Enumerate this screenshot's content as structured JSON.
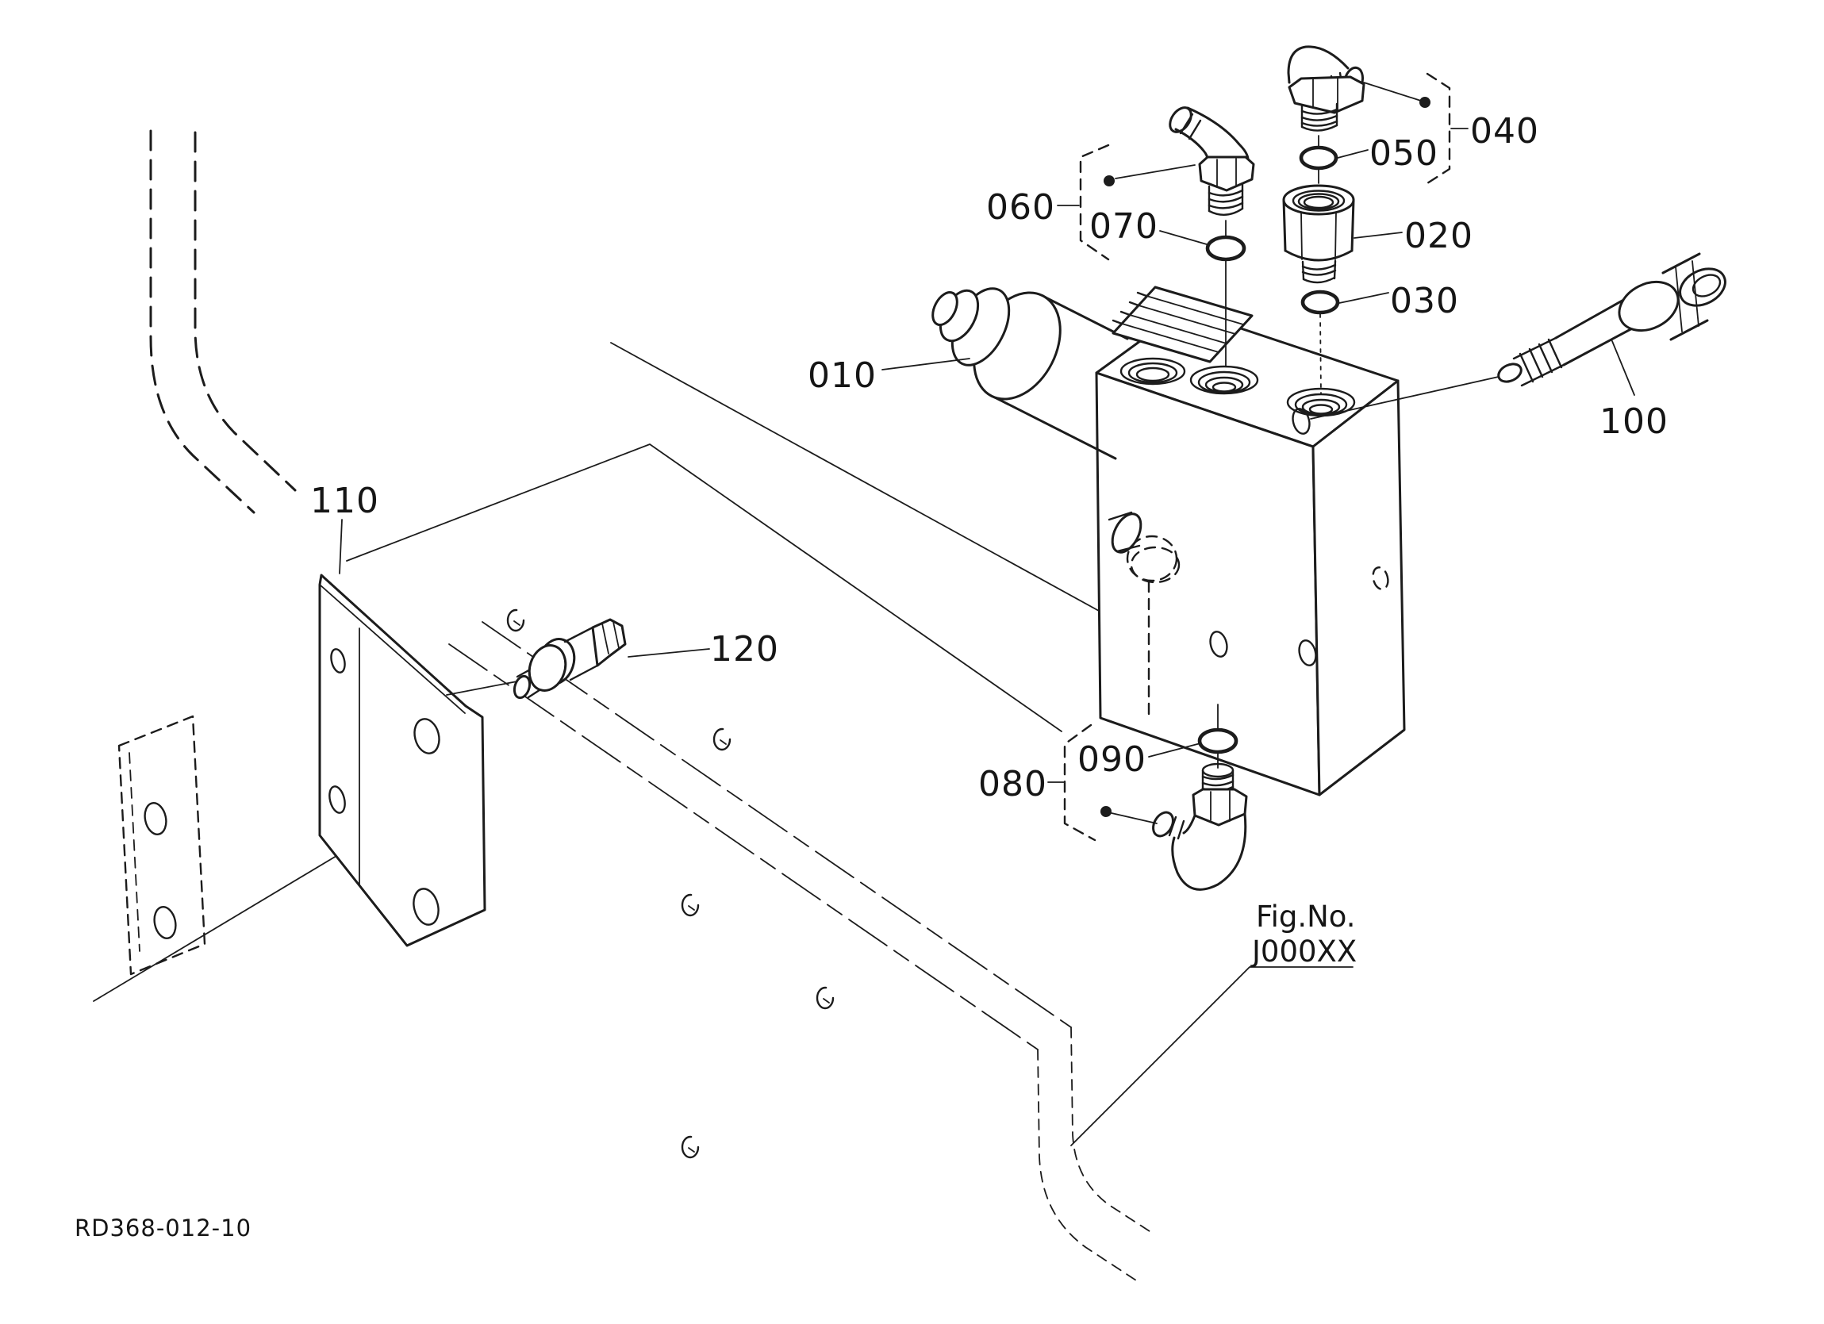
{
  "page": {
    "background": "#ffffff",
    "line_color": "#1c1c1c"
  },
  "figure": {
    "fig_no_label": "Fig.No.",
    "fig_no_value": "J000XX",
    "drawing_number": "RD368-012-10"
  },
  "callouts": {
    "c010": "010",
    "c020": "020",
    "c030": "030",
    "c040": "040",
    "c050": "050",
    "c060": "060",
    "c070": "070",
    "c080": "080",
    "c090": "090",
    "c100": "100",
    "c110": "110",
    "c120": "120"
  }
}
